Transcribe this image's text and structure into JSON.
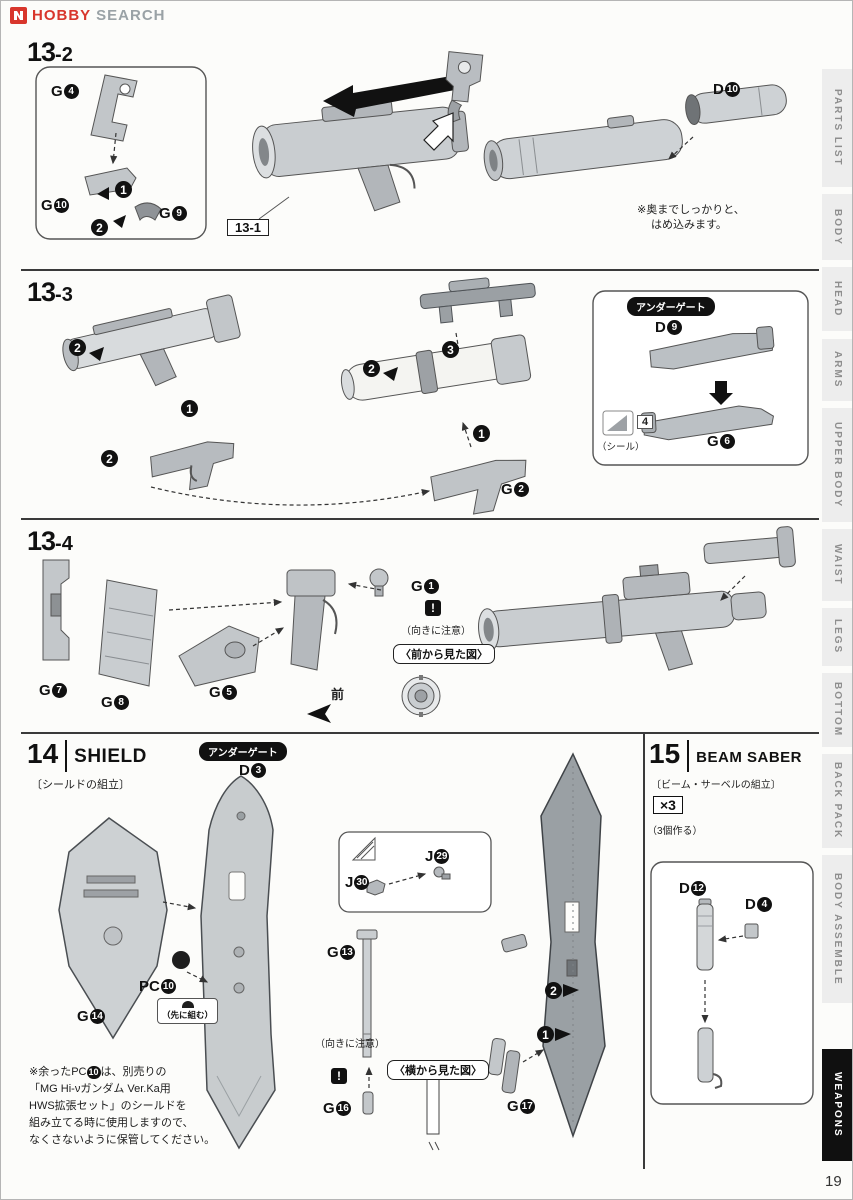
{
  "page_number": "19",
  "header": {
    "logo_hobby": "HOBBY",
    "logo_search": "SEARCH"
  },
  "colors": {
    "accent_red": "#d8362c",
    "tab_active_bg": "#101010",
    "line": "#3a3a3a"
  },
  "sidebar": {
    "tabs": [
      {
        "label": "PARTS LIST",
        "active": false
      },
      {
        "label": "BODY",
        "active": false
      },
      {
        "label": "HEAD",
        "active": false
      },
      {
        "label": "ARMS",
        "active": false
      },
      {
        "label": "UPPER BODY",
        "active": false
      },
      {
        "label": "WAIST",
        "active": false
      },
      {
        "label": "LEGS",
        "active": false
      },
      {
        "label": "BOTTOM",
        "active": false
      },
      {
        "label": "BACK PACK",
        "active": false
      },
      {
        "label": "BODY ASSEMBLE",
        "active": false
      },
      {
        "label": "WEAPONS",
        "active": true
      }
    ]
  },
  "s13_2": {
    "title": "13",
    "title_sub": "-2",
    "g4": {
      "letter": "G",
      "num": "4"
    },
    "g10": {
      "letter": "G",
      "num": "10"
    },
    "g9": {
      "letter": "G",
      "num": "9"
    },
    "d10": {
      "letter": "D",
      "num": "10"
    },
    "step1": "1",
    "step2": "2",
    "ref_box": "13-1",
    "note1": "※奥までしっかりと、",
    "note2": "はめ込みます。"
  },
  "s13_3": {
    "title": "13",
    "title_sub": "-3",
    "step1": "1",
    "step2": "2",
    "step3": "3",
    "undergate": "アンダーゲート",
    "d9": {
      "letter": "D",
      "num": "9"
    },
    "g6": {
      "letter": "G",
      "num": "6"
    },
    "g2": {
      "letter": "G",
      "num": "2"
    },
    "seal_num": "4",
    "seal_label": "（シール）"
  },
  "s13_4": {
    "title": "13",
    "title_sub": "-4",
    "g7": {
      "letter": "G",
      "num": "7"
    },
    "g8": {
      "letter": "G",
      "num": "8"
    },
    "g5": {
      "letter": "G",
      "num": "5"
    },
    "g1": {
      "letter": "G",
      "num": "1"
    },
    "warn": "!",
    "warn_note": "（向きに注意）",
    "front_view": "〈前から見た図〉",
    "front_label": "前"
  },
  "s14": {
    "num": "14",
    "name": "SHIELD",
    "sub": "〔シールドの組立〕",
    "undergate": "アンダーゲート",
    "d3": {
      "letter": "D",
      "num": "3"
    },
    "pc10": {
      "letter": "PC",
      "num": "10"
    },
    "pc_note": "（先に組む）",
    "g14": {
      "letter": "G",
      "num": "14"
    },
    "j30": {
      "letter": "J",
      "num": "30"
    },
    "j29": {
      "letter": "J",
      "num": "29"
    },
    "g13": {
      "letter": "G",
      "num": "13"
    },
    "g16": {
      "letter": "G",
      "num": "16"
    },
    "g17": {
      "letter": "G",
      "num": "17"
    },
    "warn": "!",
    "warn_note": "（向きに注意）",
    "side_view": "〈横から見た図〉",
    "step1": "1",
    "step2": "2",
    "note": {
      "l1a": "※余ったPC",
      "l1num": "10",
      "l1b": "は、別売りの",
      "l2": "「MG Hi-νガンダム Ver.Ka用",
      "l3": "HWS拡張セット」のシールドを",
      "l4": "組み立てる時に使用しますので、",
      "l5": "なくさないように保管してください。"
    }
  },
  "s15": {
    "num": "15",
    "name": "BEAM SABER",
    "sub": "〔ビーム・サーベルの組立〕",
    "x3": "×3",
    "x3_note": "（3個作る）",
    "d12": {
      "letter": "D",
      "num": "12"
    },
    "d4": {
      "letter": "D",
      "num": "4"
    }
  }
}
